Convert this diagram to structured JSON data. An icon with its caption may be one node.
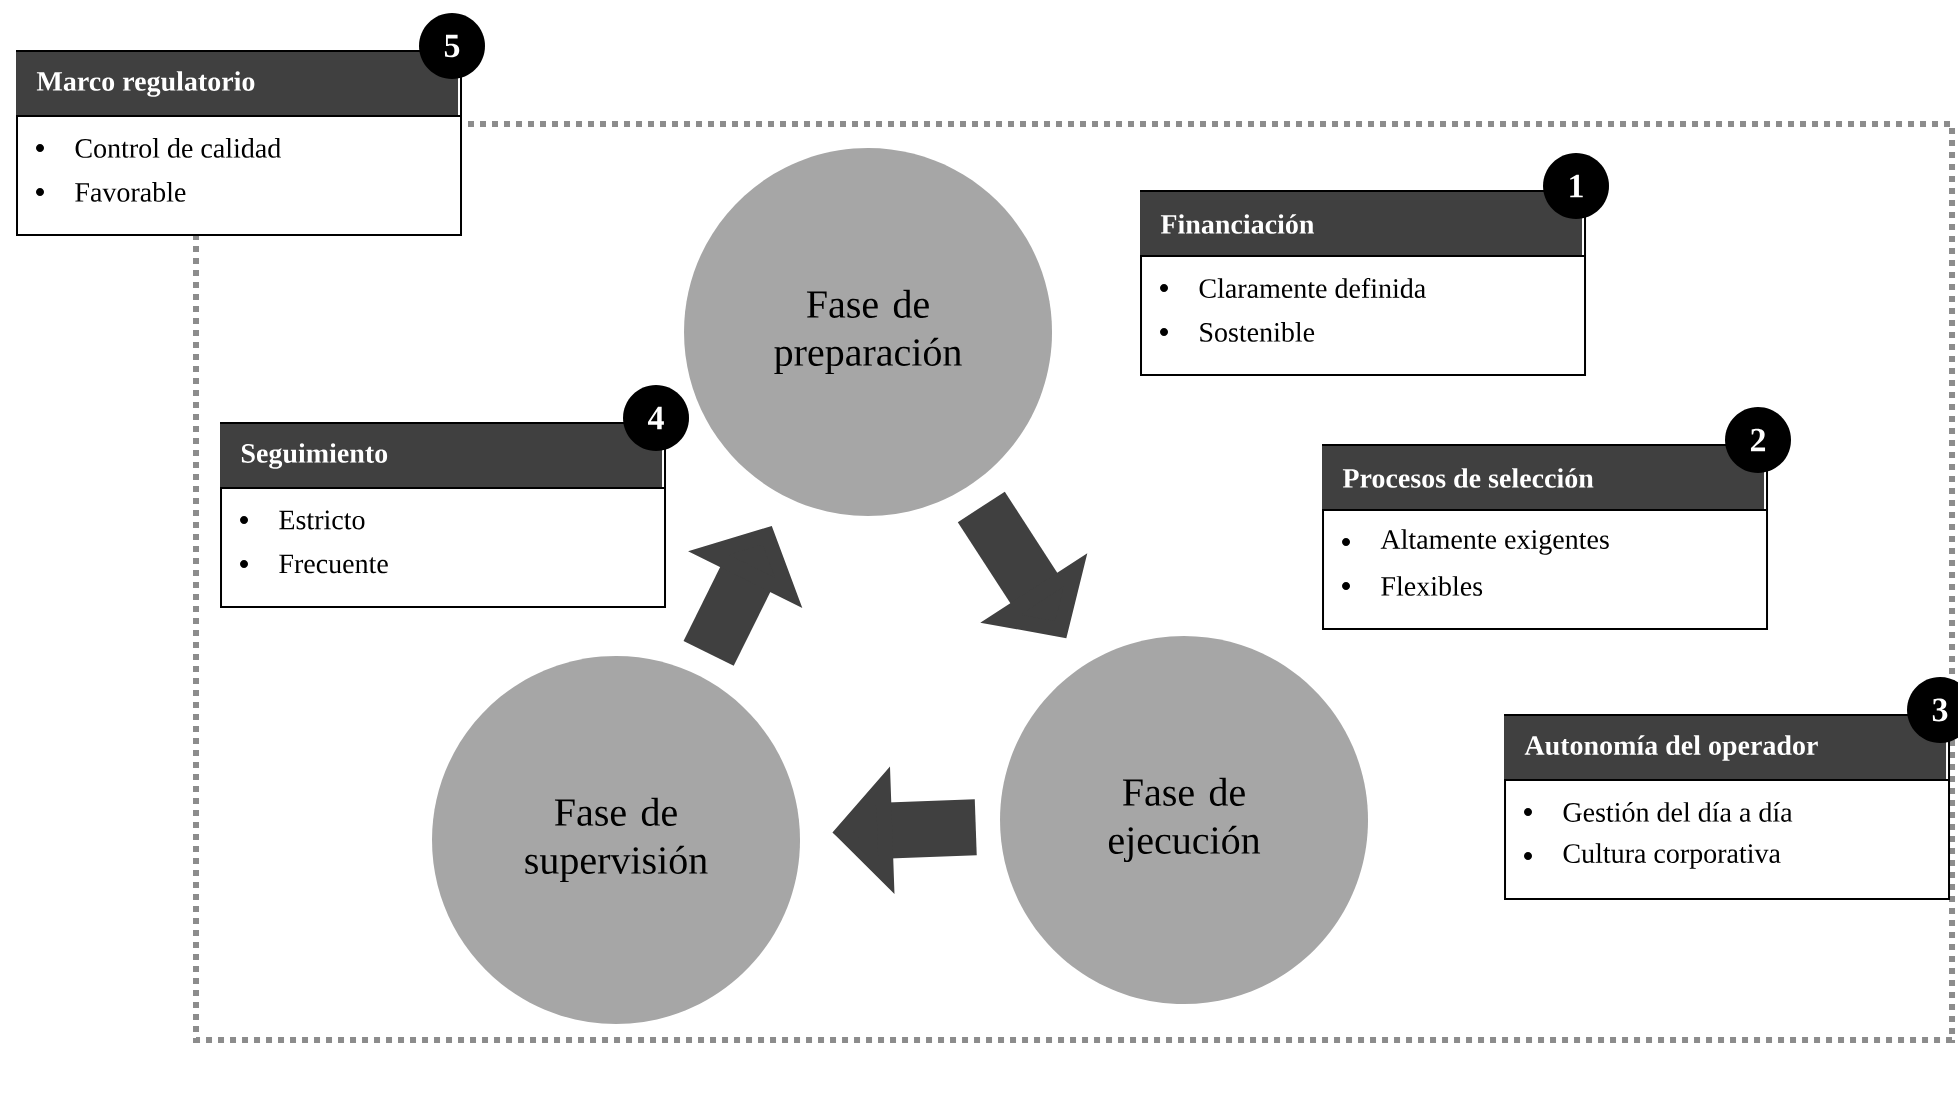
{
  "diagram": {
    "nodes": [
      {
        "text": [
          "Marco regulatorio",
          "Control de calidad",
          "Favorable"
        ],
        "beside": [
          "5"
        ]
      },
      {
        "text": [
          "Fase de preparación"
        ]
      },
      {
        "text": [
          "Financiación",
          "Claramente definida",
          "Sostenible"
        ],
        "beside": [
          "1"
        ]
      },
      {
        "text": [
          "Seguimiento",
          "Estricto",
          "Frecuente"
        ],
        "beside": [
          "4"
        ]
      },
      {
        "text": [
          "Procesos de selección",
          "Altamente exigentes",
          "Flexibles"
        ],
        "beside": [
          "2"
        ]
      },
      {
        "text": [
          "Autonomía del operador",
          "Gestión del día a día",
          "Cultura corporativa"
        ],
        "beside": [
          "3"
        ]
      },
      {
        "text": [
          "Fase de supervisión"
        ]
      },
      {
        "text": [
          "Fase de ejecución"
        ]
      }
    ],
    "edges": [
      {
        "from": 1,
        "to": 7,
        "arrow": "to"
      },
      {
        "from": 7,
        "to": 6,
        "arrow": "to"
      },
      {
        "from": 6,
        "to": 1,
        "arrow": "to"
      }
    ]
  }
}
